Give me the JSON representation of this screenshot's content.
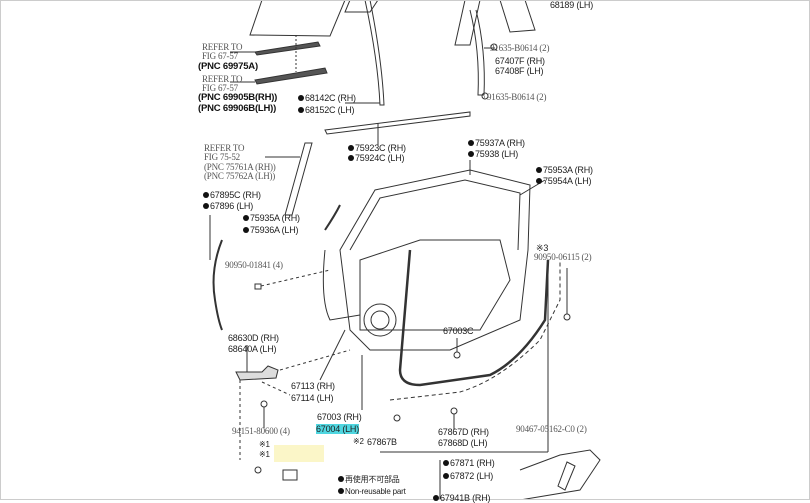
{
  "labels": {
    "p68189": "68189 (LH)",
    "bolt1": "91635-B0614 (2)",
    "p67407": "67407F (RH)",
    "p67408": "67408F (LH)",
    "bolt2": "91635-B0614 (2)",
    "ref1a": "REFER TO",
    "ref1b": "FIG 67-57",
    "pnc69975": "(PNC 69975A)",
    "ref2a": "REFER TO",
    "ref2b": "FIG 67-57",
    "pnc69905": "(PNC 69905B(RH))",
    "pnc69906": "(PNC 69906B(LH))",
    "p68142": "68142C (RH)",
    "p68152": "68152C (LH)",
    "ref3a": "REFER TO",
    "ref3b": "FIG 75-52",
    "pnc75761": "(PNC 75761A (RH))",
    "pnc75762": "(PNC 75762A (LH))",
    "p75923": "75923C (RH)",
    "p75924": "75924C (LH)",
    "p75937": "75937A (RH)",
    "p75938": "75938 (LH)",
    "p75953": "75953A (RH)",
    "p75954": "75954A (LH)",
    "p67895": "67895C (RH)",
    "p67896": "67896 (LH)",
    "p75935": "75935A (RH)",
    "p75936": "75936A (LH)",
    "clip1": "90950-01841 (4)",
    "note3": "※3",
    "clip2": "90950-06115 (2)",
    "p68630": "68630D (RH)",
    "p68640": "68640A (LH)",
    "p67003c": "67003C",
    "p67113": "67113 (RH)",
    "p67114": "67114 (LH)",
    "p67003": "67003 (RH)",
    "p67004": "67004 (LH)",
    "bolt3": "94151-80600 (4)",
    "note2": "※2",
    "p67867b": "67867B",
    "screw": "90467-05162-C0 (2)",
    "p67867d": "67867D (RH)",
    "p67868d": "67868D (LH)",
    "note1a": "※1",
    "note1b": "※1",
    "p67871": "67871 (RH)",
    "p67872": "67872 (LH)",
    "legend_jp": "再使用不可部品",
    "legend_en": "Non-reusable part",
    "p67941": "67941B (RH)"
  },
  "colors": {
    "highlight": "#4fd6e0",
    "note_highlight": "#fbf6c8"
  }
}
